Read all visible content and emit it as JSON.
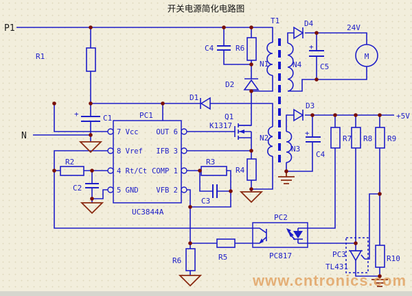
{
  "title": "开关电源简化电路图",
  "watermark": "www.cntronics.com",
  "colors": {
    "wire": "#1d1dc8",
    "junction_dot": "#7a1008",
    "ground": "#8a2a10",
    "background": "#f2eedc",
    "watermark": "#e2a566"
  },
  "terminals": {
    "p1": "P1",
    "n": "N",
    "rail24": "24V",
    "rail5": "+5V"
  },
  "ic_pc1": {
    "ref": "PC1",
    "part": "UC3844A",
    "pins_left": [
      "7 Vcc",
      "8 Vref",
      "4 Rt/Ct",
      "5 GND"
    ],
    "pins_right": [
      "OUT 6",
      "IFB 3",
      "COMP 1",
      "VFB 2"
    ]
  },
  "transformer": {
    "ref": "T1",
    "n1": "N1",
    "n2": "N2",
    "n3": "N3",
    "n4": "N4"
  },
  "transistor": {
    "ref": "Q1",
    "part": "K1317"
  },
  "optocoupler": {
    "ref": "PC2",
    "part": "PC817"
  },
  "regulator": {
    "ref": "PC3",
    "part": "TL431"
  },
  "motor_label": "M",
  "resistors": {
    "r1": "R1",
    "r2": "R2",
    "r3": "R3",
    "r4": "R4",
    "r5": "R5",
    "r6_snubber": "R6",
    "r6_bottom": "R6",
    "r7": "R7",
    "r8": "R8",
    "r9": "R9",
    "r10": "R10"
  },
  "capacitors": {
    "c1": "C1",
    "c2": "C2",
    "c3": "C3",
    "c4_snubber": "C4",
    "c4_secondary": "C4",
    "c5": "C5",
    "plus": "+"
  },
  "diodes": {
    "d1": "D1",
    "d2": "D2",
    "d3": "D3",
    "d4": "D4"
  }
}
